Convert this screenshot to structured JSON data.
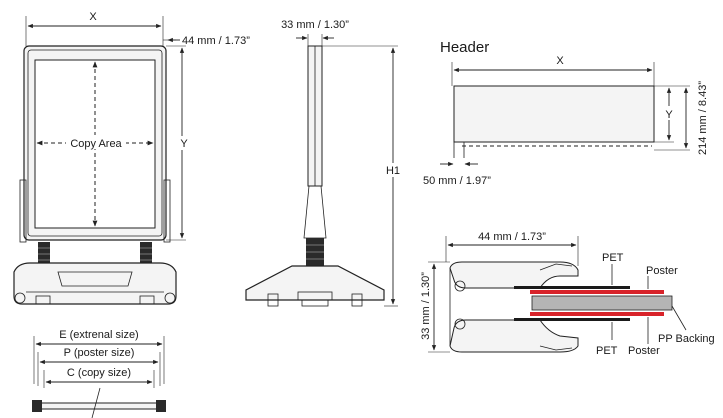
{
  "front_view": {
    "width_label": "X",
    "height_label": "Y",
    "frame_depth_label": "44 mm / 1.73”",
    "copy_area_label": "Copy Area"
  },
  "side_view": {
    "thickness_label": "33 mm / 1.30”",
    "height_label": "H1"
  },
  "header": {
    "title": "Header",
    "width_label": "X",
    "height_label": "Y",
    "total_height_label": "214 mm / 8.43”",
    "depth_label": "50 mm / 1.97”"
  },
  "bottom_view": {
    "external_label": "E (extrenal size)",
    "poster_label": "P (poster size)",
    "copy_label": "C (copy size)"
  },
  "profile": {
    "width_label": "44 mm / 1.73”",
    "height_label": "33 mm / 1.30”",
    "pet_top": "PET",
    "poster_top": "Poster",
    "pet_bottom": "PET",
    "poster_bottom": "Poster",
    "backing": "PP Backing"
  },
  "colors": {
    "poster": "#d8232a",
    "pet": "#1a1a1a",
    "backing": "#b5b5b5"
  }
}
